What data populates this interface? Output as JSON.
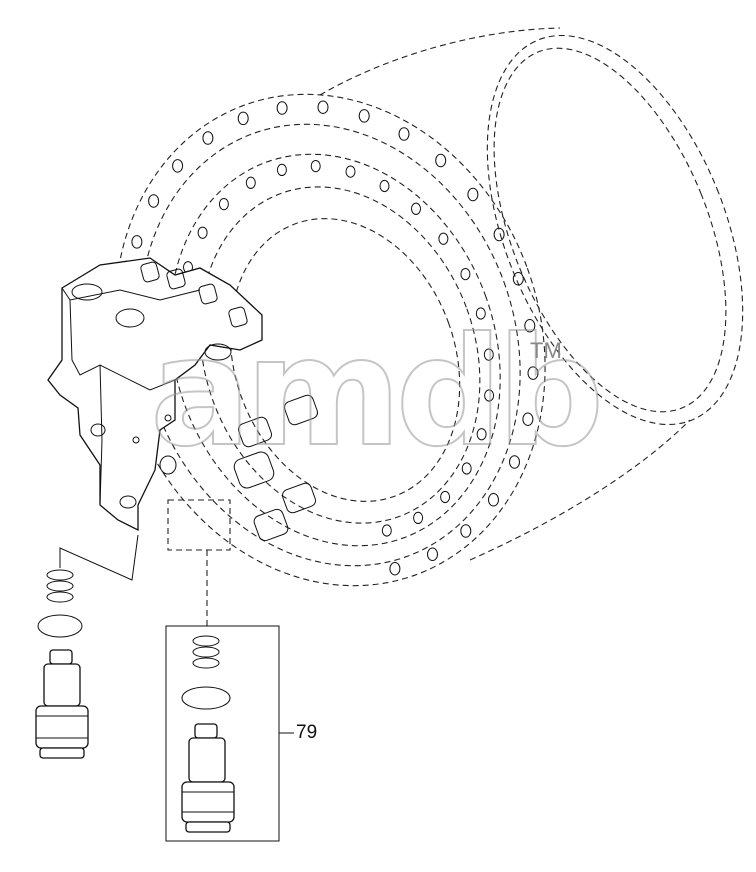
{
  "diagram": {
    "callouts": [
      {
        "id": "79",
        "label": "79"
      }
    ],
    "watermark": {
      "text": "amdb",
      "trademark": "TM",
      "color": "#8c8c8c"
    },
    "colors": {
      "line": "#111111",
      "background": "#ffffff"
    }
  }
}
